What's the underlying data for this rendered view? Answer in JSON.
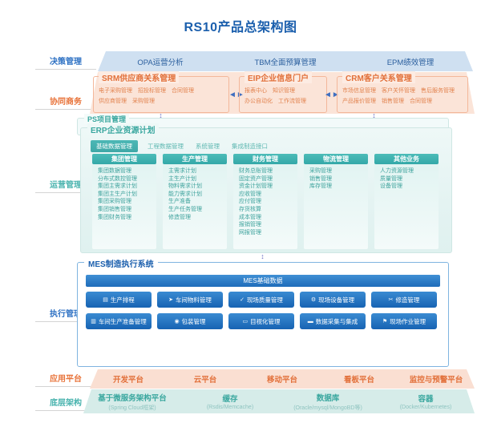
{
  "title": "RS10产品总架构图",
  "rail": [
    {
      "label": "决策管理",
      "color": "#2f72c4"
    },
    {
      "label": "协同商务",
      "color": "#e8743b"
    },
    {
      "label": "运营管理",
      "color": "#49b3ae"
    },
    {
      "label": "执行管理",
      "color": "#2f72c4"
    },
    {
      "label": "应用平台",
      "color": "#e8743b"
    },
    {
      "label": "底层架构",
      "color": "#49b3ae"
    }
  ],
  "decision": {
    "items": [
      "OPA运营分析",
      "TBM全面预算管理",
      "EPM绩效管理"
    ]
  },
  "collaborative": {
    "groups": [
      {
        "title": "SRM供应商关系管理",
        "rows": [
          [
            "电子采购管理",
            "招投标管理",
            "合同管理"
          ],
          [
            "供应商管理",
            "采购管理"
          ]
        ]
      },
      {
        "title": "EIP企业信息门户",
        "rows": [
          [
            "报表中心",
            "知识管理"
          ],
          [
            "办公自动化",
            "工作流管理"
          ]
        ]
      },
      {
        "title": "CRM客户关系管理",
        "rows": [
          [
            "市场信息管理",
            "客户关怀管理",
            "售后服务管理"
          ],
          [
            "产品报价管理",
            "销售管理",
            "合同管理"
          ]
        ]
      }
    ],
    "arrow": "◄►"
  },
  "operation": {
    "ps_title": "PS项目管理",
    "erp_title": "ERP企业资源计划",
    "tabs": [
      {
        "label": "基础数据管理",
        "active": true
      },
      {
        "label": "工程数据管理",
        "active": false
      },
      {
        "label": "系统管理",
        "active": false
      },
      {
        "label": "集成制造接口",
        "active": false
      }
    ],
    "columns": [
      {
        "head": "集团管理",
        "items": [
          "集团数据管理",
          "分布式数控管理",
          "集团主需求计划",
          "集团主生产计划",
          "集团采购管理",
          "集团销售管理",
          "集团财务管理"
        ]
      },
      {
        "head": "生产管理",
        "items": [
          "主需求计划",
          "主生产计划",
          "物料需求计划",
          "能力需求计划",
          "生产准备",
          "生产任务管理",
          "修造管理"
        ]
      },
      {
        "head": "财务管理",
        "items": [
          "财务总账管理",
          "固定资产管理",
          "资金计划管理",
          "应收管理",
          "应付管理",
          "存货核算",
          "成本管理",
          "报销管理",
          "网报管理"
        ]
      },
      {
        "head": "物流管理",
        "items": [
          "采购管理",
          "销售管理",
          "库存管理"
        ]
      },
      {
        "head": "其他业务",
        "items": [
          "人力资源管理",
          "质量管理",
          "设备管理"
        ]
      }
    ]
  },
  "execution": {
    "title": "MES制造执行系统",
    "base_bar": "MES基础数据",
    "buttons": [
      {
        "label": "生产排程",
        "icon": "calendar-icon",
        "glyph": "▤"
      },
      {
        "label": "车间物料管理",
        "icon": "material-icon",
        "glyph": "➤"
      },
      {
        "label": "现场质量管理",
        "icon": "quality-icon",
        "glyph": "✓"
      },
      {
        "label": "现场设备管理",
        "icon": "device-icon",
        "glyph": "⚙"
      },
      {
        "label": "修造管理",
        "icon": "tools-icon",
        "glyph": "✂"
      },
      {
        "label": "车间生产准备管理",
        "icon": "prepare-icon",
        "glyph": "▥"
      },
      {
        "label": "包装管理",
        "icon": "package-icon",
        "glyph": "◉"
      },
      {
        "label": "目视化管理",
        "icon": "monitor-icon",
        "glyph": "▭"
      },
      {
        "label": "数据采集与集成",
        "icon": "data-icon",
        "glyph": "▬"
      },
      {
        "label": "现场作业管理",
        "icon": "worksite-icon",
        "glyph": "⚑"
      }
    ]
  },
  "app_platform": {
    "items": [
      "开发平台",
      "云平台",
      "移动平台",
      "看板平台",
      "监控与预警平台"
    ]
  },
  "base_arch": {
    "items": [
      {
        "name": "基于微服务架构平台",
        "sub": "(Spring Cloud框架)"
      },
      {
        "name": "缓存",
        "sub": "(Rsdis/Memcache)"
      },
      {
        "name": "数据库",
        "sub": "(Oracle/mysql/MongoBD等)"
      },
      {
        "name": "容器",
        "sub": "(Docker/Kubernetes)"
      }
    ]
  },
  "colors": {
    "title_blue": "#1b5fad",
    "orange": "#e8743b",
    "teal": "#49b3ae",
    "blue": "#2f72c4"
  }
}
